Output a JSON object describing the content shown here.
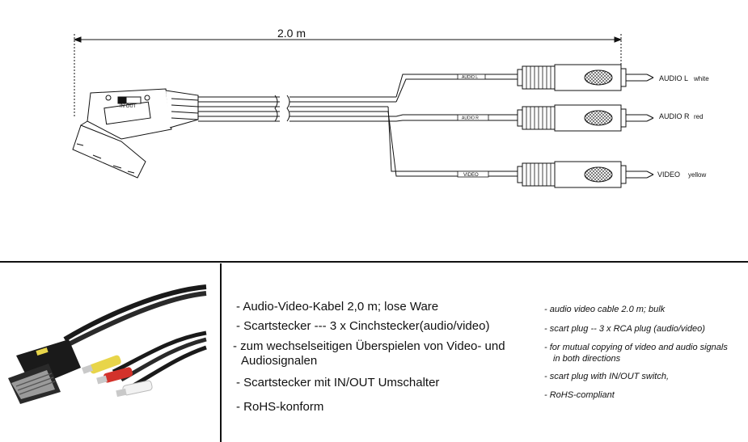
{
  "diagram": {
    "length_label": "2.0 m",
    "switch_label": "IN OUT",
    "connectors": [
      {
        "sleeve": "AUDIO L",
        "label": "AUDIO L",
        "color": "white"
      },
      {
        "sleeve": "AUDIO R",
        "label": "AUDIO R",
        "color": "red"
      },
      {
        "sleeve": "VIDEO",
        "label": "VIDEO",
        "color": "yellow"
      }
    ]
  },
  "features_de": [
    "- Audio-Video-Kabel 2,0 m; lose Ware",
    "- Scartstecker --- 3 x Cinchstecker(audio/video)",
    "- zum wechselseitigen Überspielen von Video- und",
    "Audiosignalen",
    "- Scartstecker mit IN/OUT Umschalter",
    "- RoHS-konform"
  ],
  "features_en": [
    "- audio video cable 2.0 m; bulk",
    "- scart plug -- 3 x RCA plug (audio/video)",
    "- for mutual copying of video and audio signals",
    "in both directions",
    "- scart plug with IN/OUT switch,",
    "- RoHS-compliant"
  ],
  "colors": {
    "line": "#111111",
    "rca_white": "#f2f2f2",
    "rca_red": "#d3322b",
    "rca_yellow": "#e8d54a",
    "scart_body": "#1a1a1a"
  }
}
